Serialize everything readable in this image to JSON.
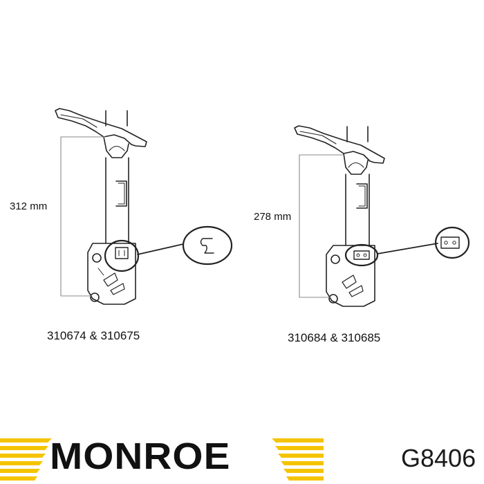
{
  "left_strut": {
    "dimension_label": "312 mm",
    "part_numbers": "310674 & 310675"
  },
  "right_strut": {
    "dimension_label": "278 mm",
    "part_numbers": "310684 & 310685"
  },
  "brand": {
    "name": "MONROE",
    "colors": {
      "stripes": "#f5c400",
      "wordmark": "#111111"
    }
  },
  "product_code": "G8406"
}
